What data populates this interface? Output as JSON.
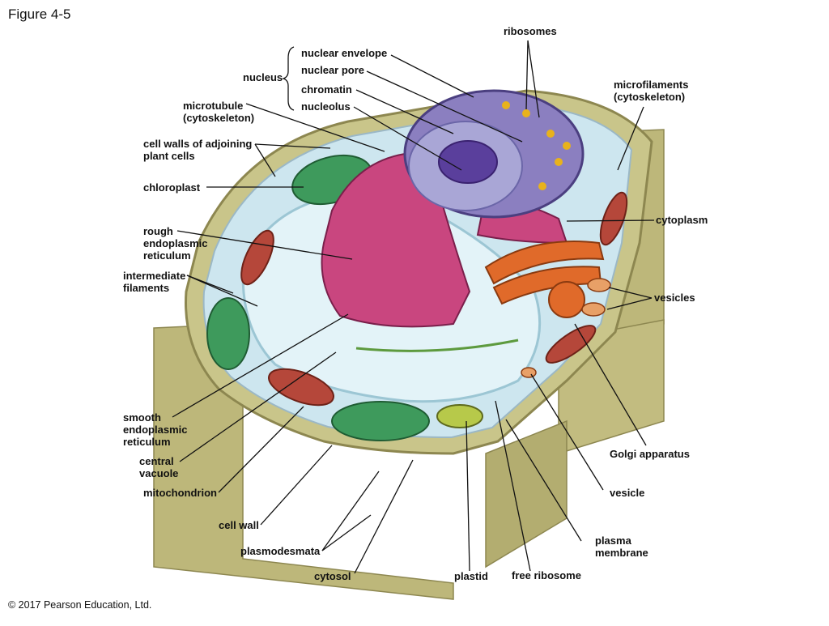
{
  "figure_title": "Figure 4-5",
  "copyright": "© 2017 Pearson Education, Ltd.",
  "colors": {
    "cell_wall": "#c9c58a",
    "cytosol": "#cde6ef",
    "vacuole": "#dff1f7",
    "chloroplast": "#3e9a5c",
    "mitochondrion": "#b5473a",
    "rough_er": "#c9467f",
    "nucleus": "#8b7fc0",
    "nucleolus": "#5a3f9c",
    "golgi": "#e06a2a",
    "ribosome_dots": "#e8b21c"
  },
  "labels": {
    "nuclear_envelope": "nuclear envelope",
    "nuclear_pore": "nuclear pore",
    "nucleus": "nucleus",
    "chromatin": "chromatin",
    "nucleolus": "nucleolus",
    "ribosomes": "ribosomes",
    "microfilaments": "microfilaments\n(cytoskeleton)",
    "microtubule": "microtubule\n(cytoskeleton)",
    "cell_walls_adjoining": "cell walls of adjoining\nplant cells",
    "chloroplast": "chloroplast",
    "cytoplasm": "cytoplasm",
    "rough_er": "rough\nendoplasmic\nreticulum",
    "intermediate_filaments": "intermediate\nfilaments",
    "vesicles": "vesicles",
    "smooth_er": "smooth\nendoplasmic\nreticulum",
    "central_vacuole": "central\nvacuole",
    "golgi_apparatus": "Golgi apparatus",
    "mitochondrion": "mitochondrion",
    "vesicle": "vesicle",
    "cell_wall": "cell wall",
    "plasma_membrane": "plasma\nmembrane",
    "plasmodesmata": "plasmodesmata",
    "cytosol": "cytosol",
    "plastid": "plastid",
    "free_ribosome": "free ribosome"
  }
}
